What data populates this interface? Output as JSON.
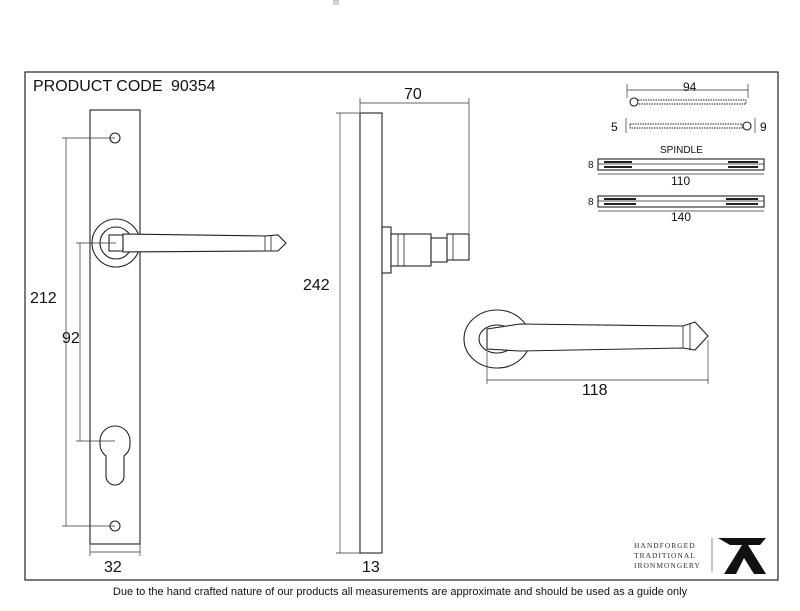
{
  "header": {
    "product_code_label": "PRODUCT CODE",
    "product_code": "90354"
  },
  "front_view": {
    "width": "32",
    "overall_holes": "212",
    "centre_92": "92"
  },
  "side_view": {
    "projection": "70",
    "height": "242",
    "thickness": "13"
  },
  "lever_view": {
    "length": "118"
  },
  "spindle": {
    "title": "SPINDLE",
    "length": "94",
    "left_dia": "5",
    "right_dia": "9",
    "bar1_size": "8",
    "bar1_length": "110",
    "bar2_size": "8",
    "bar2_length": "140"
  },
  "logo": {
    "line1": "HANDFORGED",
    "line2": "TRADITIONAL",
    "line3": "IRONMONGERY",
    "mark_icon": "anvil-A-icon"
  },
  "footer": {
    "disclaimer": "Due to the hand crafted nature of our products all measurements are approximate and should be used as a guide only"
  }
}
